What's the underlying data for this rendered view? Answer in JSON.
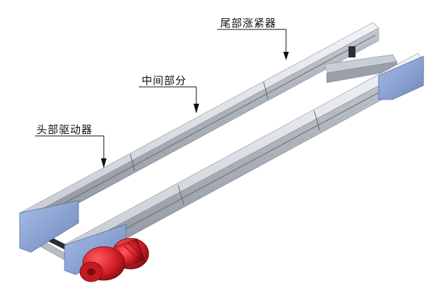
{
  "labels": {
    "tail_tensioner": "尾部涨紧器",
    "middle_section": "中间部分",
    "head_drive": "头部驱动器"
  },
  "colors": {
    "rail_light": "#dfe3ea",
    "rail_mid": "#b9bec7",
    "rail_dark": "#8d939c",
    "plate_blue": "#8fa7d6",
    "motor_red": "#d9202a",
    "motor_dark": "#8a0f14",
    "leader": "#111111"
  }
}
